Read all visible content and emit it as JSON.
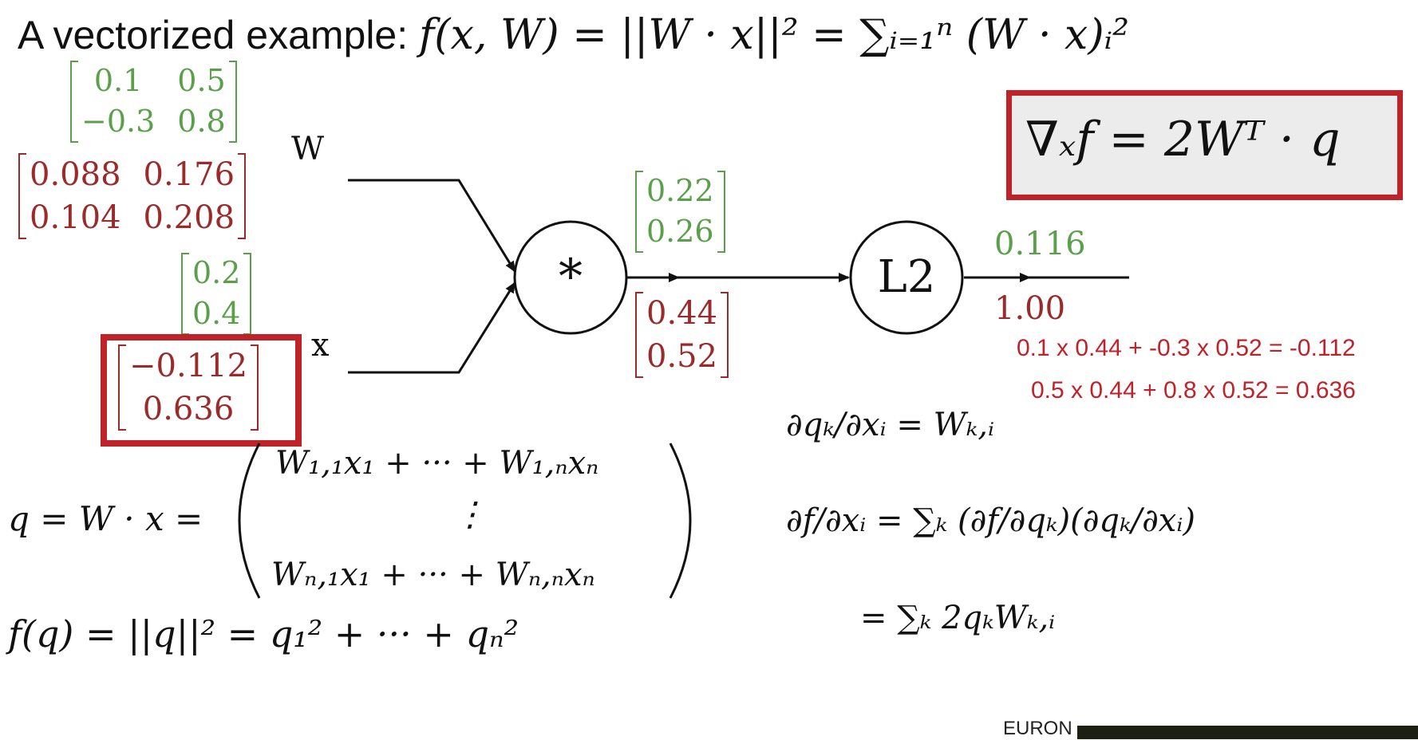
{
  "title": {
    "text": "A vectorized example: ",
    "formula": "f(x, W) = ||W · x||² = ∑ᵢ₌₁ⁿ (W · x)ᵢ²"
  },
  "graph": {
    "w_label": "W",
    "x_label": "x",
    "mult_node": "*",
    "l2_node": "L2",
    "w_value": [
      [
        "0.1",
        "0.5"
      ],
      [
        "−0.3",
        "0.8"
      ]
    ],
    "w_grad": [
      [
        "0.088",
        "0.176"
      ],
      [
        "0.104",
        "0.208"
      ]
    ],
    "x_value": [
      "0.2",
      "0.4"
    ],
    "x_grad": [
      "−0.112",
      "0.636"
    ],
    "q_value": [
      "0.22",
      "0.26"
    ],
    "q_grad": [
      "0.44",
      "0.52"
    ],
    "out_value": "0.116",
    "out_grad": "1.00"
  },
  "gradient_formula": "∇ₓf = 2Wᵀ · q",
  "notes": [
    "0.1 x 0.44 + -0.3 x 0.52 = -0.112",
    "0.5 x 0.44 + 0.8 x 0.52 = 0.636"
  ],
  "equations": {
    "q_lhs": "q = W · x =",
    "q_row1": "W₁,₁x₁ + ··· + W₁,ₙxₙ",
    "q_dots": "⋮",
    "q_rowN": "Wₙ,₁x₁ + ··· + Wₙ,ₙxₙ",
    "f_eq": "f(q) = ||q||² = q₁² + ··· + qₙ²",
    "dq_eq": "∂qₖ/∂xᵢ = Wₖ,ᵢ",
    "df_eq": "∂f/∂xᵢ = ∑ₖ (∂f/∂qₖ)(∂qₖ/∂xᵢ)",
    "df_eq2": "= ∑ₖ 2qₖWₖ,ᵢ"
  },
  "footer": "EURON",
  "colors": {
    "forward": "#5aa04a",
    "backward": "#9b2b2b",
    "highlight": "#c0222a"
  }
}
